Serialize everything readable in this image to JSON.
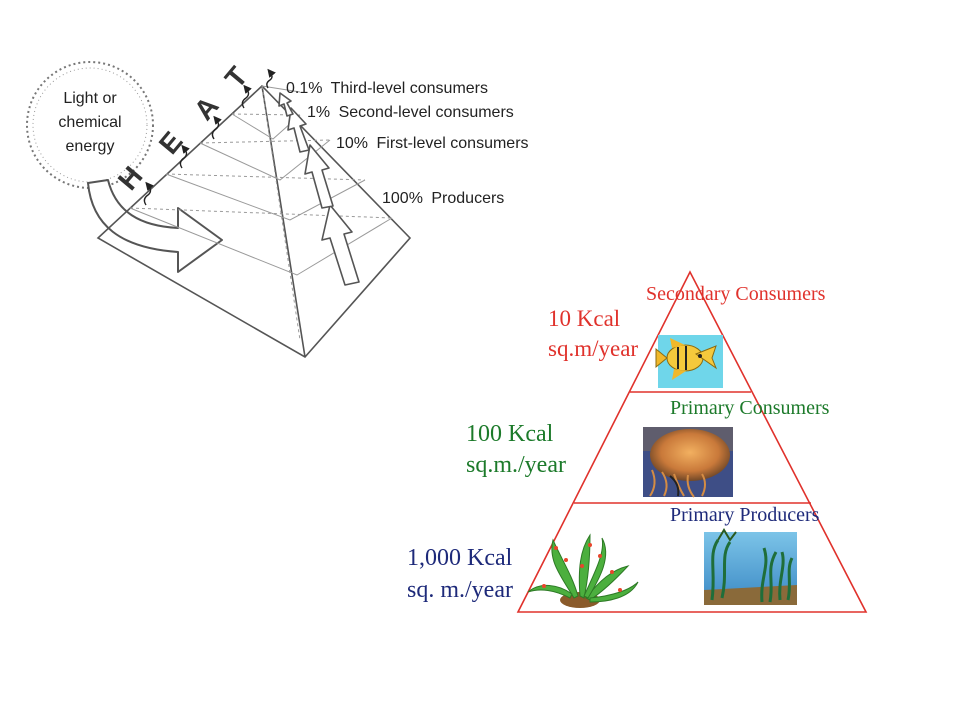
{
  "energy_pyramid_3d": {
    "source_label": [
      "Light or",
      "chemical",
      "energy"
    ],
    "heat_letters": [
      "H",
      "E",
      "A",
      "T"
    ],
    "levels": [
      {
        "percent": "0.1%",
        "name": "Third-level consumers"
      },
      {
        "percent": "1%",
        "name": "Second-level consumers"
      },
      {
        "percent": "10%",
        "name": "First-level consumers"
      },
      {
        "percent": "100%",
        "name": "Producers"
      }
    ]
  },
  "trophic_pyramid": {
    "levels": [
      {
        "title": "Secondary Consumers",
        "energy": [
          "10 Kcal",
          "sq.m/year"
        ],
        "organism": "fish-icon"
      },
      {
        "title": "Primary Consumers",
        "energy": [
          "100 Kcal",
          "sq.m./year"
        ],
        "organism": "jellyfish-photo"
      },
      {
        "title": "Primary Producers",
        "energy": [
          "1,000 Kcal",
          "sq. m./year"
        ],
        "organism": "algae-and-seagrass"
      }
    ],
    "colors": {
      "top": "#e0322c",
      "middle": "#1c7a2a",
      "bottom": "#1e2a7a",
      "outline": "#e0322c"
    }
  }
}
